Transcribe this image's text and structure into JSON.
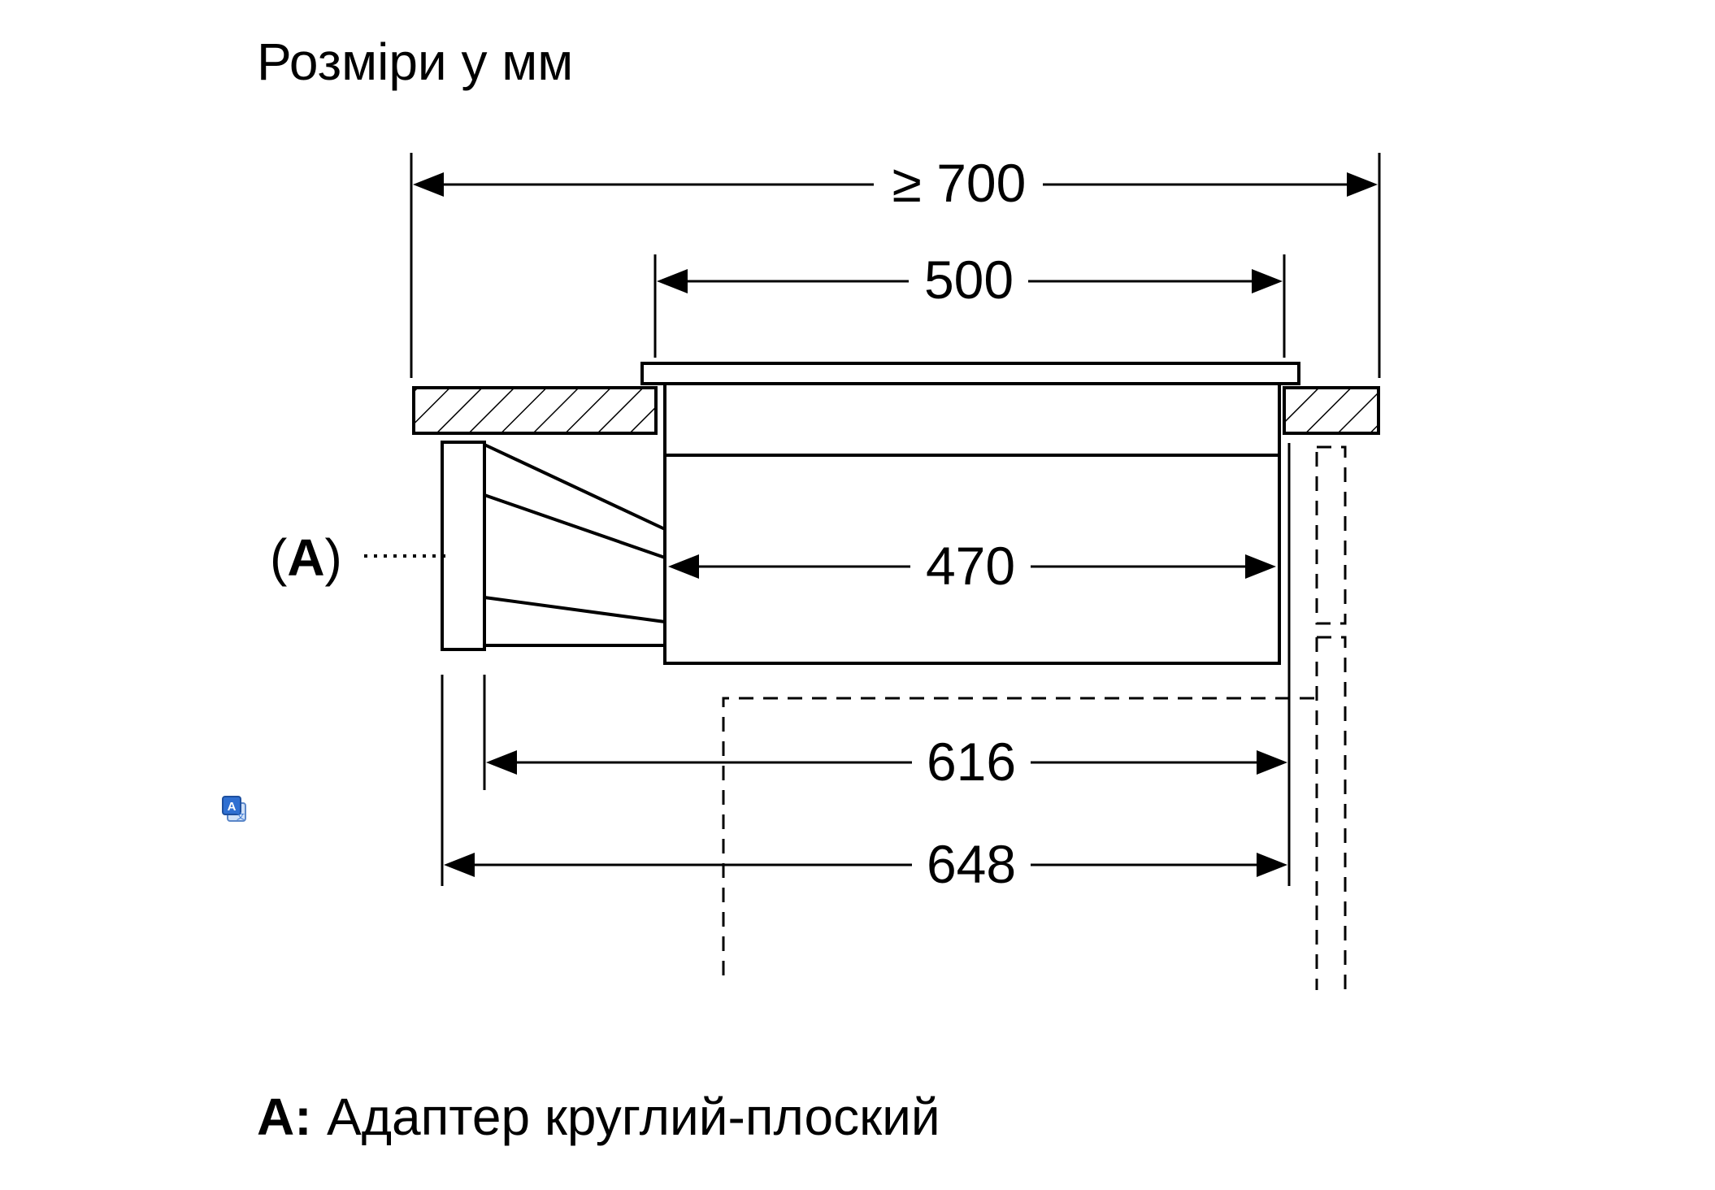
{
  "title": "Розміри у мм",
  "dimensions": {
    "overall_width": "≥ 700",
    "cutout_width": "500",
    "body_width": "470",
    "depth_inner": "616",
    "depth_total": "648"
  },
  "callout": {
    "marker": "(A)",
    "marker_letter": "A"
  },
  "legend": {
    "key": "A:",
    "text": "Адаптер круглий-плоский"
  },
  "translate_icon": "translate-icon"
}
